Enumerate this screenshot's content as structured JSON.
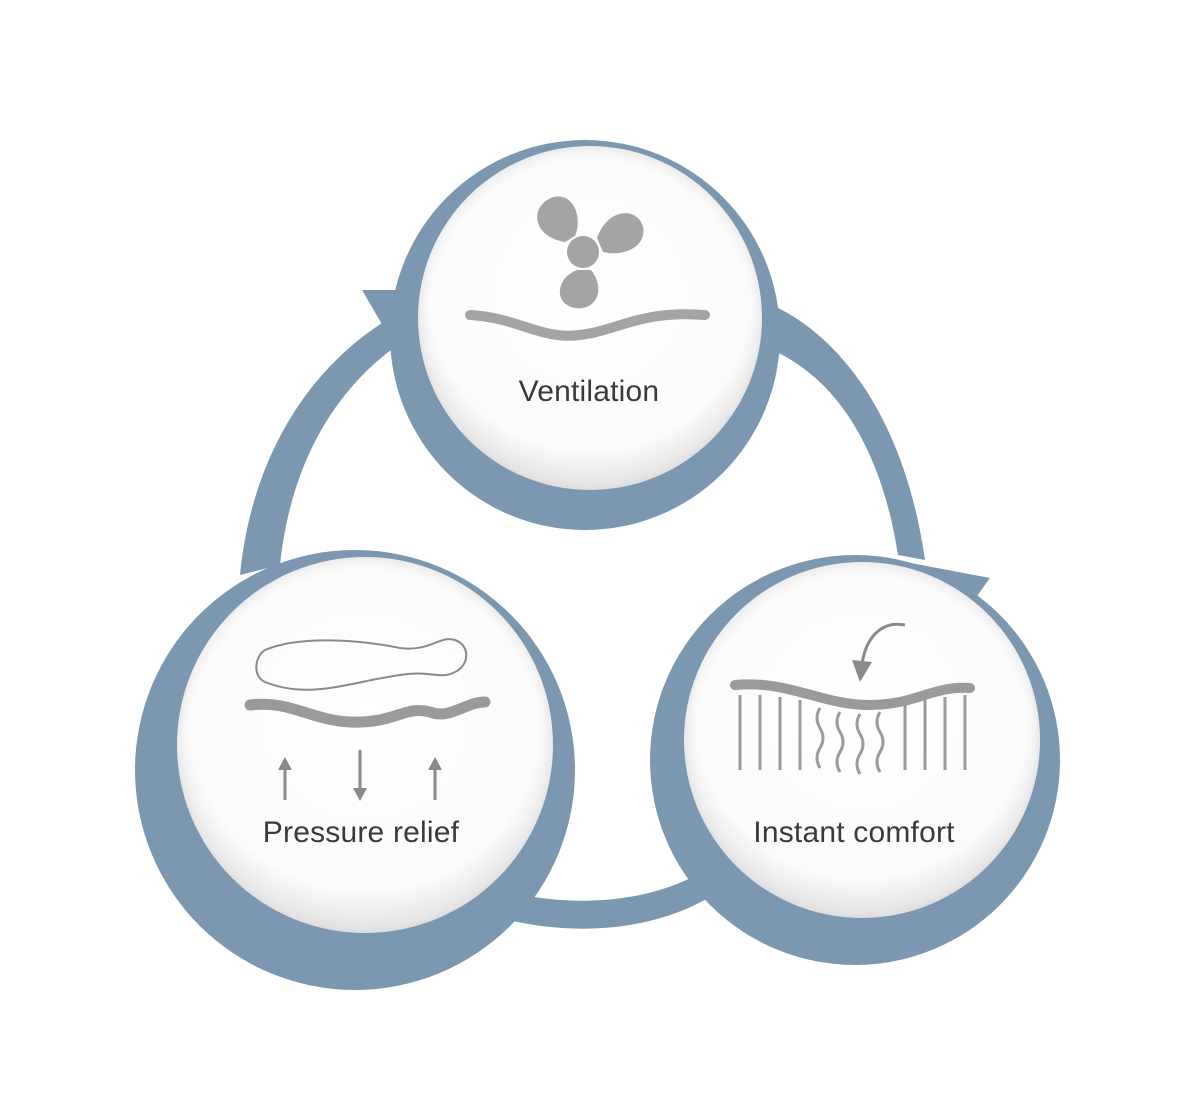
{
  "colors": {
    "ring": "#7b98b0",
    "ring_dark": "#6f8da6",
    "disc": "#ffffff",
    "icon": "#a4a4a4",
    "icon_dark": "#9a9a9a",
    "text": "#3a3a3a"
  },
  "nodes": [
    {
      "id": "ventilation",
      "label": "Ventilation",
      "icon": "fan-icon"
    },
    {
      "id": "instant-comfort",
      "label": "Instant comfort",
      "icon": "spring-mattress-icon"
    },
    {
      "id": "pressure-relief",
      "label": "Pressure relief",
      "icon": "body-pressure-icon"
    }
  ]
}
